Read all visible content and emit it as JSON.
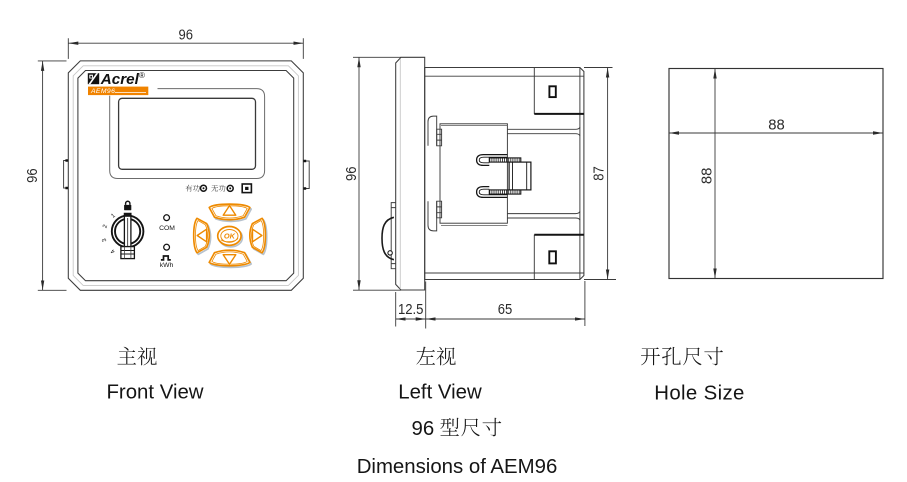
{
  "colors": {
    "accent_orange": "#F08300",
    "button_orange": "#EE8A00",
    "line": "#3C3C3C",
    "dark": "#141414",
    "shadow": "#b7c2cd"
  },
  "front_view": {
    "brand": "Acrel",
    "registered": "®",
    "model_badge": "AEM96",
    "indicators": {
      "active_cn": "有功",
      "reactive_cn": "无功"
    },
    "com_label": "COM",
    "kwh_label": "kWh",
    "ok_label": "OK",
    "dial_positions": [
      "1",
      "2",
      "3",
      "4"
    ],
    "width_dim": "96",
    "height_dim": "96"
  },
  "left_view": {
    "height_dim": "96",
    "body_height_dim": "87",
    "bezel_depth_dim": "12.5",
    "body_depth_dim": "65"
  },
  "hole_view": {
    "width_dim": "88",
    "height_dim": "88"
  },
  "captions": {
    "front_cn": "主视",
    "front_en": "Front View",
    "left_cn": "左视",
    "left_en": "Left View",
    "hole_cn": "开孔尺寸",
    "hole_en": "Hole Size",
    "model_num": "96",
    "model_cn": "型尺寸",
    "title_en": "Dimensions of AEM96"
  }
}
